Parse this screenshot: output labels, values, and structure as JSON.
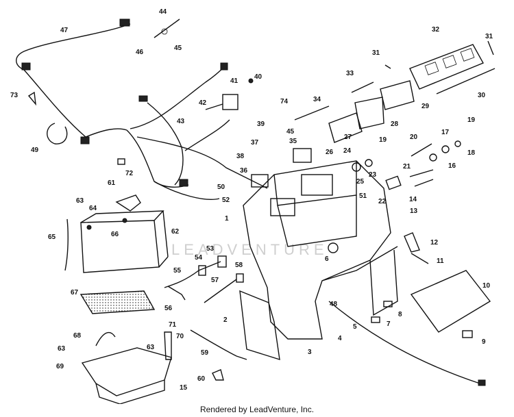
{
  "diagram": {
    "part_labels": [
      "1",
      "2",
      "3",
      "4",
      "5",
      "6",
      "7",
      "8",
      "9",
      "10",
      "11",
      "12",
      "13",
      "14",
      "15",
      "16",
      "17",
      "18",
      "19",
      "19",
      "20",
      "21",
      "22",
      "23",
      "24",
      "25",
      "26",
      "27",
      "28",
      "29",
      "30",
      "31",
      "31",
      "32",
      "33",
      "34",
      "35",
      "36",
      "37",
      "38",
      "39",
      "40",
      "41",
      "42",
      "43",
      "44",
      "45",
      "45",
      "46",
      "47",
      "48",
      "49",
      "50",
      "51",
      "52",
      "53",
      "54",
      "55",
      "56",
      "57",
      "58",
      "59",
      "60",
      "61",
      "62",
      "63",
      "63",
      "63",
      "64",
      "65",
      "66",
      "67",
      "68",
      "69",
      "70",
      "71",
      "72",
      "73",
      "74"
    ],
    "watermark": "LEADVENTURE",
    "footer": "Rendered by LeadVenture, Inc."
  }
}
